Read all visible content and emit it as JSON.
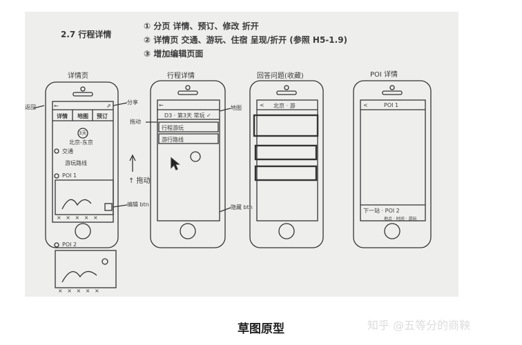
{
  "caption": "草图原型",
  "watermark": "知乎 @五等分的商鞅",
  "sketch": {
    "section_title": "2.7 行程详情",
    "notes": [
      "① 分页   详情、预订、修改 折开",
      "② 详情页  交通、游玩、住宿 呈现/折开 (参照 H5-1.9)",
      "③ 增加编辑页面"
    ],
    "screens": [
      {
        "title": "详情页",
        "tabs": [
          "详情",
          "地图",
          "预订"
        ],
        "badge": "3天",
        "date": "北京-东京",
        "items": [
          "交通",
          "游玩路线"
        ],
        "poi_label": "POI 1",
        "bottom": "× × × × ×",
        "callouts": {
          "back": "返回",
          "share": "分享",
          "edit": "编辑 btn"
        }
      },
      {
        "title": "行程详情",
        "header": "D3 · 第3天 常玩 ✓",
        "items": [
          "行程游玩",
          "游行路线"
        ],
        "scroll_note": "↑ 拖动",
        "callouts": {
          "left": "拖动",
          "right": "地图",
          "bottom": "隐藏 btn"
        }
      },
      {
        "title": "回答问题(收藏)",
        "header": "北京 · 游"
      },
      {
        "title": "POI 详情",
        "header": "POI 1",
        "footer": "下一站 · POI 2",
        "footer_small": "地点 · 时间 · 游玩"
      }
    ],
    "poi2_label": "POI 2",
    "poi2_bottom": "× × × × ×"
  }
}
